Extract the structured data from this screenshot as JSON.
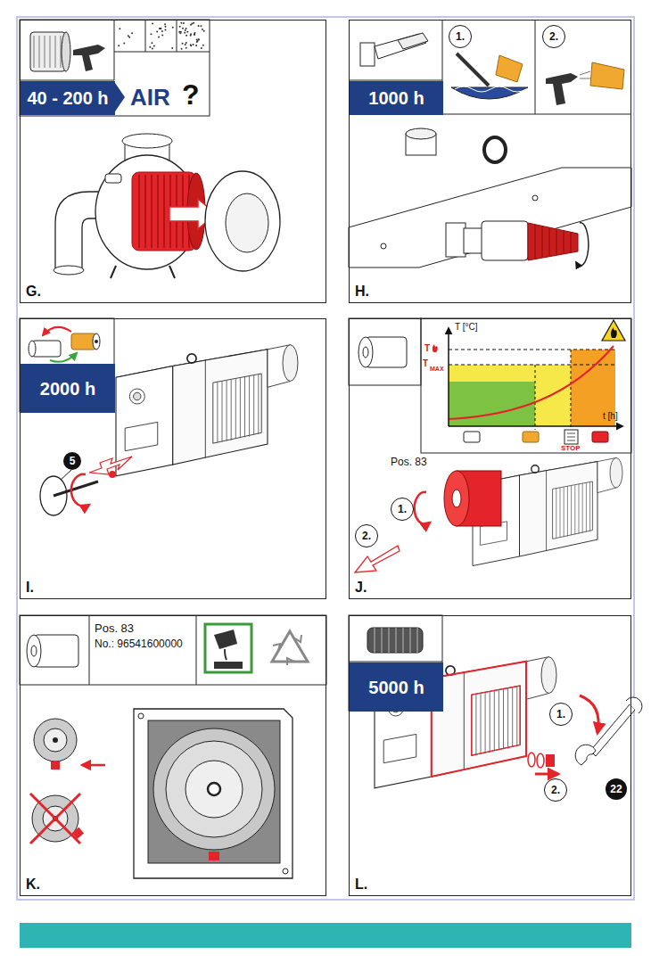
{
  "diagram": {
    "nodes": [
      {
        "text": [
          "G."
        ]
      },
      {
        "text": [
          "40 - 200 h"
        ],
        "in": 0
      },
      {
        "text": [
          "H."
        ]
      },
      {
        "text": [
          "1000 h"
        ],
        "in": 2
      },
      {
        "text": [
          "1."
        ],
        "in": 2
      },
      {
        "text": [
          "2."
        ],
        "in": 2
      },
      {
        "text": [
          "I."
        ]
      },
      {
        "text": [
          "2000 h"
        ],
        "in": 6
      },
      {
        "text": [
          "5"
        ],
        "in": 6
      },
      {
        "text": [
          "J."
        ]
      },
      {
        "text": [
          "1."
        ],
        "in": 9
      },
      {
        "text": [
          "2."
        ],
        "in": 9
      },
      {
        "text": [
          "K."
        ]
      },
      {
        "text": [
          "L."
        ]
      },
      {
        "text": [
          "5000 h"
        ],
        "in": 13
      },
      {
        "text": [
          "1."
        ],
        "in": 13
      },
      {
        "text": [
          "2."
        ],
        "in": 13
      },
      {
        "text": [
          "22"
        ],
        "in": 13
      }
    ],
    "labels": [
      "AIR",
      "?",
      "T [°C]",
      "T",
      "T",
      "MAX",
      "t [h]",
      "STOP",
      "Pos. 83",
      "Pos. 83",
      "No.: 96541600000"
    ]
  }
}
